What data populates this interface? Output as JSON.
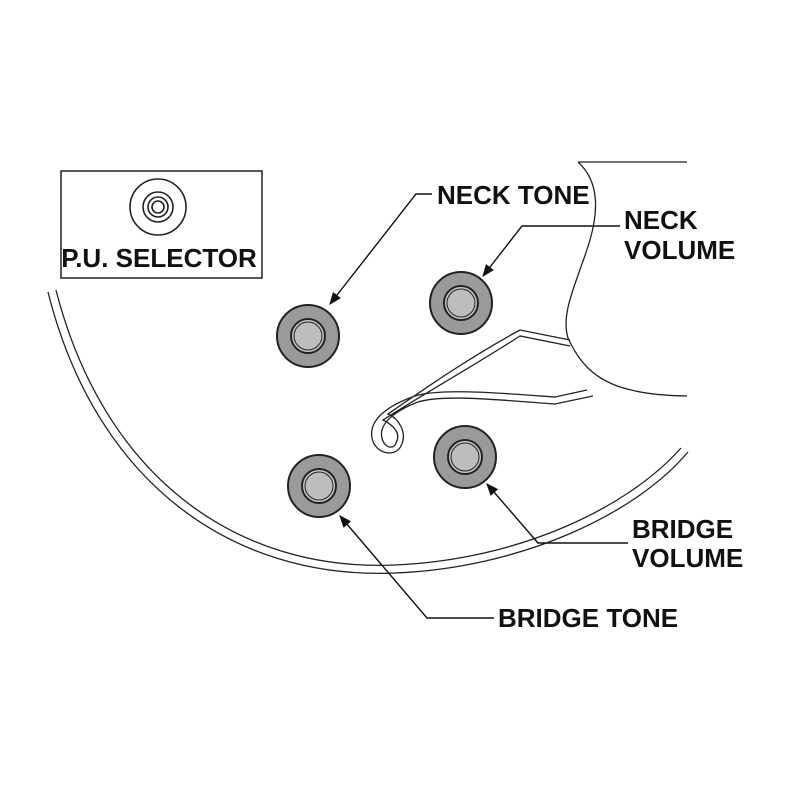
{
  "diagram": {
    "selector_box": {
      "label": "P.U. SELECTOR"
    },
    "callouts": {
      "neck_tone": {
        "label": "NECK TONE"
      },
      "neck_volume": {
        "line1": "NECK",
        "line2": "VOLUME"
      },
      "bridge_volume": {
        "line1": "BRIDGE",
        "line2": "VOLUME"
      },
      "bridge_tone": {
        "label": "BRIDGE TONE"
      }
    },
    "colors": {
      "knob_fill": "#9a9a9a",
      "knob_center": "#c8c8c8",
      "outline": "#222222"
    }
  }
}
